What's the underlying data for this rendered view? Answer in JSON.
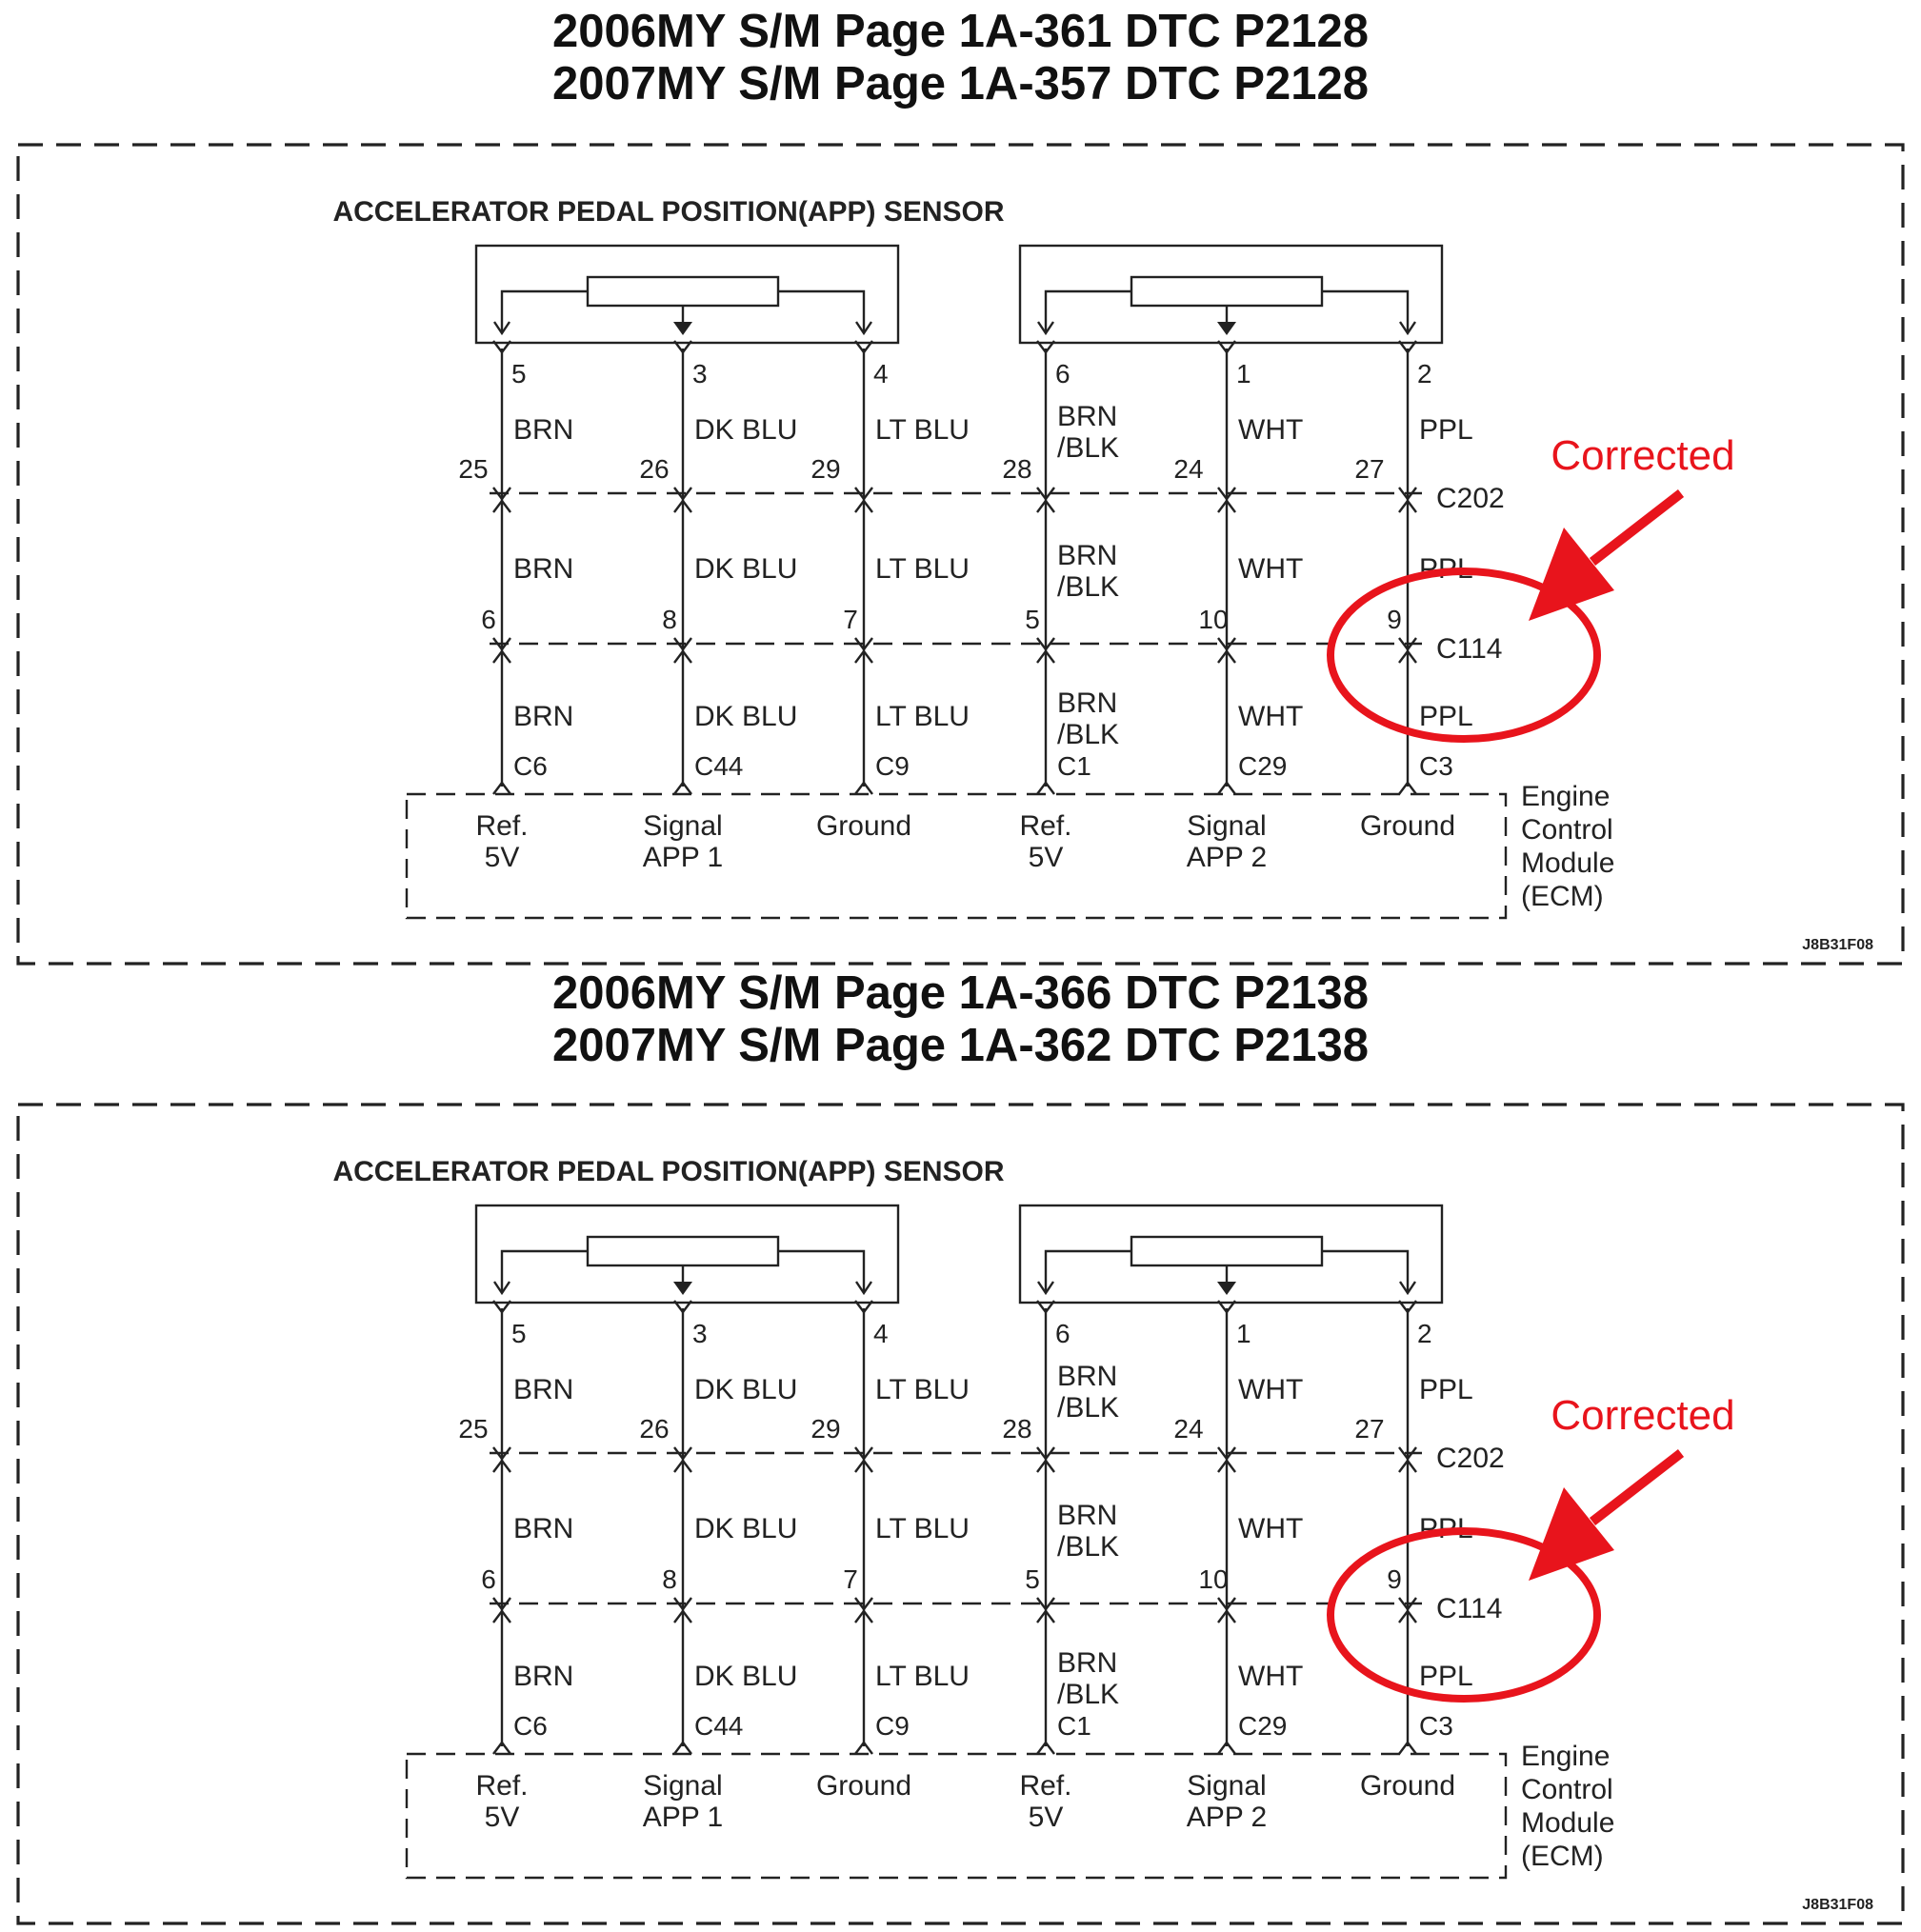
{
  "sections": [
    {
      "heading_lines": [
        "2006MY S/M Page 1A-361 DTC P2128",
        "2007MY S/M Page 1A-357 DTC P2128"
      ],
      "sensor_title": "ACCELERATOR PEDAL POSITION(APP) SENSOR",
      "circuits": [
        {
          "sensor_pin": "5",
          "wire1": [
            "BRN"
          ],
          "c202_pin": "25",
          "wire2": [
            "BRN"
          ],
          "c114_pin": "6",
          "wire3": [
            "BRN"
          ],
          "ecm_pin": "C6",
          "function": [
            "Ref.",
            "5V"
          ]
        },
        {
          "sensor_pin": "3",
          "wire1": [
            "DK BLU"
          ],
          "c202_pin": "26",
          "wire2": [
            "DK BLU"
          ],
          "c114_pin": "8",
          "wire3": [
            "DK BLU"
          ],
          "ecm_pin": "C44",
          "function": [
            "Signal",
            "APP 1"
          ]
        },
        {
          "sensor_pin": "4",
          "wire1": [
            "LT BLU"
          ],
          "c202_pin": "29",
          "wire2": [
            "LT BLU"
          ],
          "c114_pin": "7",
          "wire3": [
            "LT BLU"
          ],
          "ecm_pin": "C9",
          "function": [
            "Ground",
            ""
          ]
        },
        {
          "sensor_pin": "6",
          "wire1": [
            "BRN",
            "/BLK"
          ],
          "c202_pin": "28",
          "wire2": [
            "BRN",
            "/BLK"
          ],
          "c114_pin": "5",
          "wire3": [
            "BRN",
            "/BLK"
          ],
          "ecm_pin": "C1",
          "function": [
            "Ref.",
            "5V"
          ]
        },
        {
          "sensor_pin": "1",
          "wire1": [
            "WHT"
          ],
          "c202_pin": "24",
          "wire2": [
            "WHT"
          ],
          "c114_pin": "10",
          "wire3": [
            "WHT"
          ],
          "ecm_pin": "C29",
          "function": [
            "Signal",
            "APP 2"
          ]
        },
        {
          "sensor_pin": "2",
          "wire1": [
            "PPL"
          ],
          "c202_pin": "27",
          "wire2": [
            "PPL"
          ],
          "c114_pin": "9",
          "wire3": [
            "PPL"
          ],
          "ecm_pin": "C3",
          "function": [
            "Ground",
            ""
          ]
        }
      ],
      "connector_c202": "C202",
      "connector_c114": "C114",
      "ecm_label": [
        "Engine",
        "Control",
        "Module",
        "(ECM)"
      ],
      "figure_id": "J8B31F08",
      "annotation": "Corrected"
    },
    {
      "heading_lines": [
        "2006MY S/M Page 1A-366 DTC P2138",
        "2007MY S/M Page 1A-362 DTC P2138"
      ],
      "sensor_title": "ACCELERATOR PEDAL POSITION(APP) SENSOR",
      "circuits": [
        {
          "sensor_pin": "5",
          "wire1": [
            "BRN"
          ],
          "c202_pin": "25",
          "wire2": [
            "BRN"
          ],
          "c114_pin": "6",
          "wire3": [
            "BRN"
          ],
          "ecm_pin": "C6",
          "function": [
            "Ref.",
            "5V"
          ]
        },
        {
          "sensor_pin": "3",
          "wire1": [
            "DK BLU"
          ],
          "c202_pin": "26",
          "wire2": [
            "DK BLU"
          ],
          "c114_pin": "8",
          "wire3": [
            "DK BLU"
          ],
          "ecm_pin": "C44",
          "function": [
            "Signal",
            "APP 1"
          ]
        },
        {
          "sensor_pin": "4",
          "wire1": [
            "LT BLU"
          ],
          "c202_pin": "29",
          "wire2": [
            "LT BLU"
          ],
          "c114_pin": "7",
          "wire3": [
            "LT BLU"
          ],
          "ecm_pin": "C9",
          "function": [
            "Ground",
            ""
          ]
        },
        {
          "sensor_pin": "6",
          "wire1": [
            "BRN",
            "/BLK"
          ],
          "c202_pin": "28",
          "wire2": [
            "BRN",
            "/BLK"
          ],
          "c114_pin": "5",
          "wire3": [
            "BRN",
            "/BLK"
          ],
          "ecm_pin": "C1",
          "function": [
            "Ref.",
            "5V"
          ]
        },
        {
          "sensor_pin": "1",
          "wire1": [
            "WHT"
          ],
          "c202_pin": "24",
          "wire2": [
            "WHT"
          ],
          "c114_pin": "10",
          "wire3": [
            "WHT"
          ],
          "ecm_pin": "C29",
          "function": [
            "Signal",
            "APP 2"
          ]
        },
        {
          "sensor_pin": "2",
          "wire1": [
            "PPL"
          ],
          "c202_pin": "27",
          "wire2": [
            "PPL"
          ],
          "c114_pin": "9",
          "wire3": [
            "PPL"
          ],
          "ecm_pin": "C3",
          "function": [
            "Ground",
            ""
          ]
        }
      ],
      "connector_c202": "C202",
      "connector_c114": "C114",
      "ecm_label": [
        "Engine",
        "Control",
        "Module",
        "(ECM)"
      ],
      "figure_id": "J8B31F08",
      "annotation": "Corrected"
    }
  ],
  "colors": {
    "line": "#222222",
    "annotation": "#e8141c"
  }
}
